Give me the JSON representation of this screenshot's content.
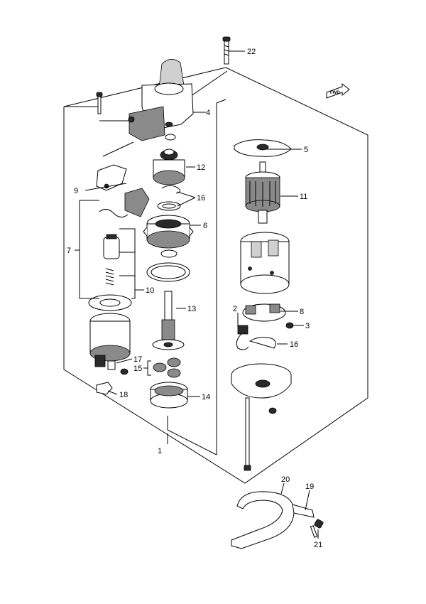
{
  "diagram": {
    "fwd_badge": "FWD",
    "callouts": [
      {
        "id": "c1",
        "label": "1"
      },
      {
        "id": "c2",
        "label": "2"
      },
      {
        "id": "c3",
        "label": "3"
      },
      {
        "id": "c4",
        "label": "4"
      },
      {
        "id": "c5",
        "label": "5"
      },
      {
        "id": "c6",
        "label": "6"
      },
      {
        "id": "c7",
        "label": "7"
      },
      {
        "id": "c8",
        "label": "8"
      },
      {
        "id": "c9",
        "label": "9"
      },
      {
        "id": "c10",
        "label": "10"
      },
      {
        "id": "c11",
        "label": "11"
      },
      {
        "id": "c12",
        "label": "12"
      },
      {
        "id": "c13",
        "label": "13"
      },
      {
        "id": "c14",
        "label": "14"
      },
      {
        "id": "c15",
        "label": "15"
      },
      {
        "id": "c16a",
        "label": "16"
      },
      {
        "id": "c16b",
        "label": "16"
      },
      {
        "id": "c17",
        "label": "17"
      },
      {
        "id": "c18",
        "label": "18"
      },
      {
        "id": "c19",
        "label": "19"
      },
      {
        "id": "c20",
        "label": "20"
      },
      {
        "id": "c21",
        "label": "21"
      },
      {
        "id": "c22",
        "label": "22"
      }
    ]
  }
}
